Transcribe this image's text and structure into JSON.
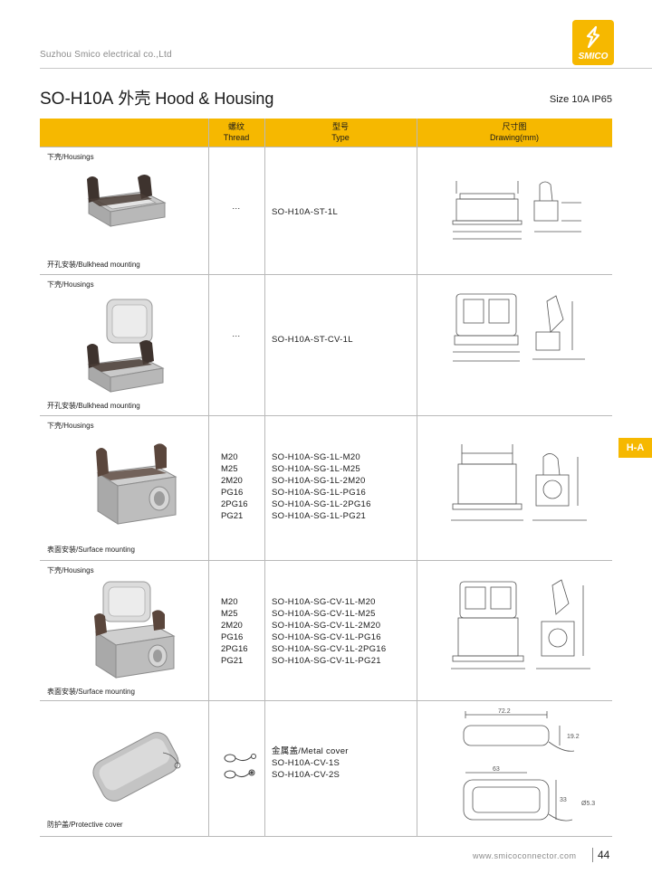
{
  "header": {
    "company": "Suzhou Smico electrical co.,Ltd",
    "logo_text": "SMICO"
  },
  "title": {
    "model": "SO-H10A",
    "cn": "外壳",
    "en": "Hood & Housing",
    "size": "Size 10A IP65"
  },
  "columns": {
    "thread_cn": "螺纹",
    "thread_en": "Thread",
    "type_cn": "型号",
    "type_en": "Type",
    "drawing_cn": "尺寸图",
    "drawing_en": "Drawing(mm)"
  },
  "rows": [
    {
      "category": "下壳/Housings",
      "mounting": "开孔安装/Bulkhead mounting",
      "thread": "…",
      "type": "SO-H10A-ST-1L"
    },
    {
      "category": "下壳/Housings",
      "mounting": "开孔安装/Bulkhead mounting",
      "thread": "…",
      "type": "SO-H10A-ST-CV-1L"
    },
    {
      "category": "下壳/Housings",
      "mounting": "表面安装/Surface mounting",
      "threads": [
        "M20",
        "M25",
        "2M20",
        "PG16",
        "2PG16",
        "PG21"
      ],
      "types": [
        "SO-H10A-SG-1L-M20",
        "SO-H10A-SG-1L-M25",
        "SO-H10A-SG-1L-2M20",
        "SO-H10A-SG-1L-PG16",
        "SO-H10A-SG-1L-2PG16",
        "SO-H10A-SG-1L-PG21"
      ]
    },
    {
      "category": "下壳/Housings",
      "mounting": "表面安装/Surface mounting",
      "threads": [
        "M20",
        "M25",
        "2M20",
        "PG16",
        "2PG16",
        "PG21"
      ],
      "types": [
        "SO-H10A-SG-CV-1L-M20",
        "SO-H10A-SG-CV-1L-M25",
        "SO-H10A-SG-CV-1L-2M20",
        "SO-H10A-SG-CV-1L-PG16",
        "SO-H10A-SG-CV-1L-2PG16",
        "SO-H10A-SG-CV-1L-PG21"
      ]
    },
    {
      "mounting": "防护盖/Protective cover",
      "types": [
        "金属盖/Metal cover",
        "SO-H10A-CV-1S",
        "SO-H10A-CV-2S"
      ],
      "dims": [
        "72.2",
        "19.2",
        "63",
        "33",
        "Ø5.3"
      ]
    }
  ],
  "side_tab": "H-A",
  "footer": {
    "url": "www.smicoconnector.com",
    "page": "44"
  },
  "colors": {
    "accent": "#f6b800",
    "rule": "#b9b9b9",
    "muted_text": "#8a8a8a"
  }
}
